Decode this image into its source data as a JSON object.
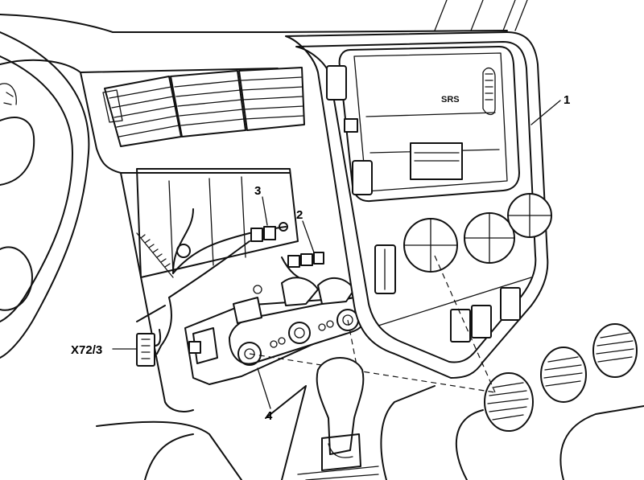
{
  "callouts": {
    "c1": "1",
    "c2": "2",
    "c3": "3",
    "c4": "4",
    "connector": "X72/3"
  },
  "panel": {
    "airbag_text": "SRS"
  }
}
